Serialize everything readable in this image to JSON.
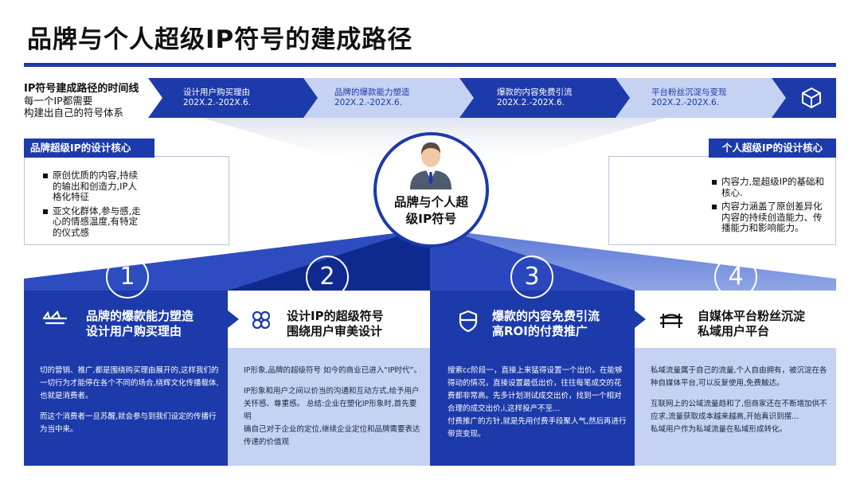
{
  "title": "品牌与个人超级IP符号的建成路径",
  "timeline": {
    "heading": "IP符号建成路径的时间线",
    "sub1": "每一个IP都需要",
    "sub2": "构建出自己的符号体系",
    "stages": [
      {
        "label": "设计用户购买理由",
        "date": "202X.2.-202X.6."
      },
      {
        "label": "品牌的爆款能力塑造",
        "date": "202X.2.-202X.6."
      },
      {
        "label": "爆款的内容免费引流",
        "date": "202X.2.-202X.6."
      },
      {
        "label": "平台粉丝沉淀与变现",
        "date": "202X.2.-202X.6."
      }
    ],
    "end_icon": "cube-icon"
  },
  "brand_core": {
    "title": "品牌超级IP的设计核心",
    "bullets": [
      "原创优质的内容,持续的输出和创造力,IP人格化特征",
      "亚文化群体,参与感,走心的情感温度,有特定的仪式感"
    ]
  },
  "personal_core": {
    "title": "个人超级IP的设计核心",
    "bullets": [
      "内容力,是超级IP的基础和核心.",
      "内容力涵盖了原创差异化内容的持续创造能力、传播能力和影响能力。"
    ]
  },
  "center": {
    "line1": "品牌与个人超",
    "line2": "级IP符号",
    "icon": "businessman-avatar-icon"
  },
  "steps": [
    {
      "num": "1",
      "icon": "airplane-icon",
      "title1": "品牌的爆款能力塑造",
      "title2": "设计用户购买理由",
      "body": [
        "切的营销、推广,都是围绕购买理由展开的,这样我们的",
        "一切行为才能停在各个不同的场合,绕辉文化传播载体,",
        "也就是消费者。",
        "",
        "而这个消费者一旦苏醒,就会参与到我们设定的传播行",
        "为当中来。"
      ]
    },
    {
      "num": "2",
      "icon": "knot-icon",
      "title1": "设计IP的超级符号",
      "title2": "围绕用户审美设计",
      "body": [
        "IP形象,品牌的超级符号 如今的商业已进入“IP时代”。",
        "",
        "IP形象和用户之间以价当的沟通和互动方式,给予用户",
        "关怀感、尊重感。 总结:企业在塑化IP形象时,首先要明",
        "确自己对于企业的定位,继续企业定位和品牌需要表达",
        "传递的价值观"
      ]
    },
    {
      "num": "3",
      "icon": "shield-icon",
      "title1": "爆款的内容免费引流",
      "title2": "高ROI的付费推广",
      "body": [
        "搜索cc阶段一，直接上来猛得设置一个出价。在能够",
        "得动的情况，直接设置最低出价，往往每笔成交的花",
        "费都非常高。先多计划测试成交出价，找到一个相对",
        "合理的成交出价,i,这样投产不至...",
        "付费推广的方针,就是先用付费手段聚人气,然后再进行",
        "带货变现。"
      ]
    },
    {
      "num": "4",
      "icon": "bridge-icon",
      "title1": "自媒体平台粉丝沉淀",
      "title2": "私域用户平台",
      "body": [
        "私域流量属于自己的流量,个人自由拥有，被沉淀在各",
        "种自媒体平台,可以反复使用,免费触达。",
        "",
        "互联网上的公域流量趋和了,但商家还在不断增加供不",
        "应求,流量获取成本越来越高,开始真识到摆...",
        "私域用户作为私域流量在私域形成转化。"
      ]
    }
  ]
}
